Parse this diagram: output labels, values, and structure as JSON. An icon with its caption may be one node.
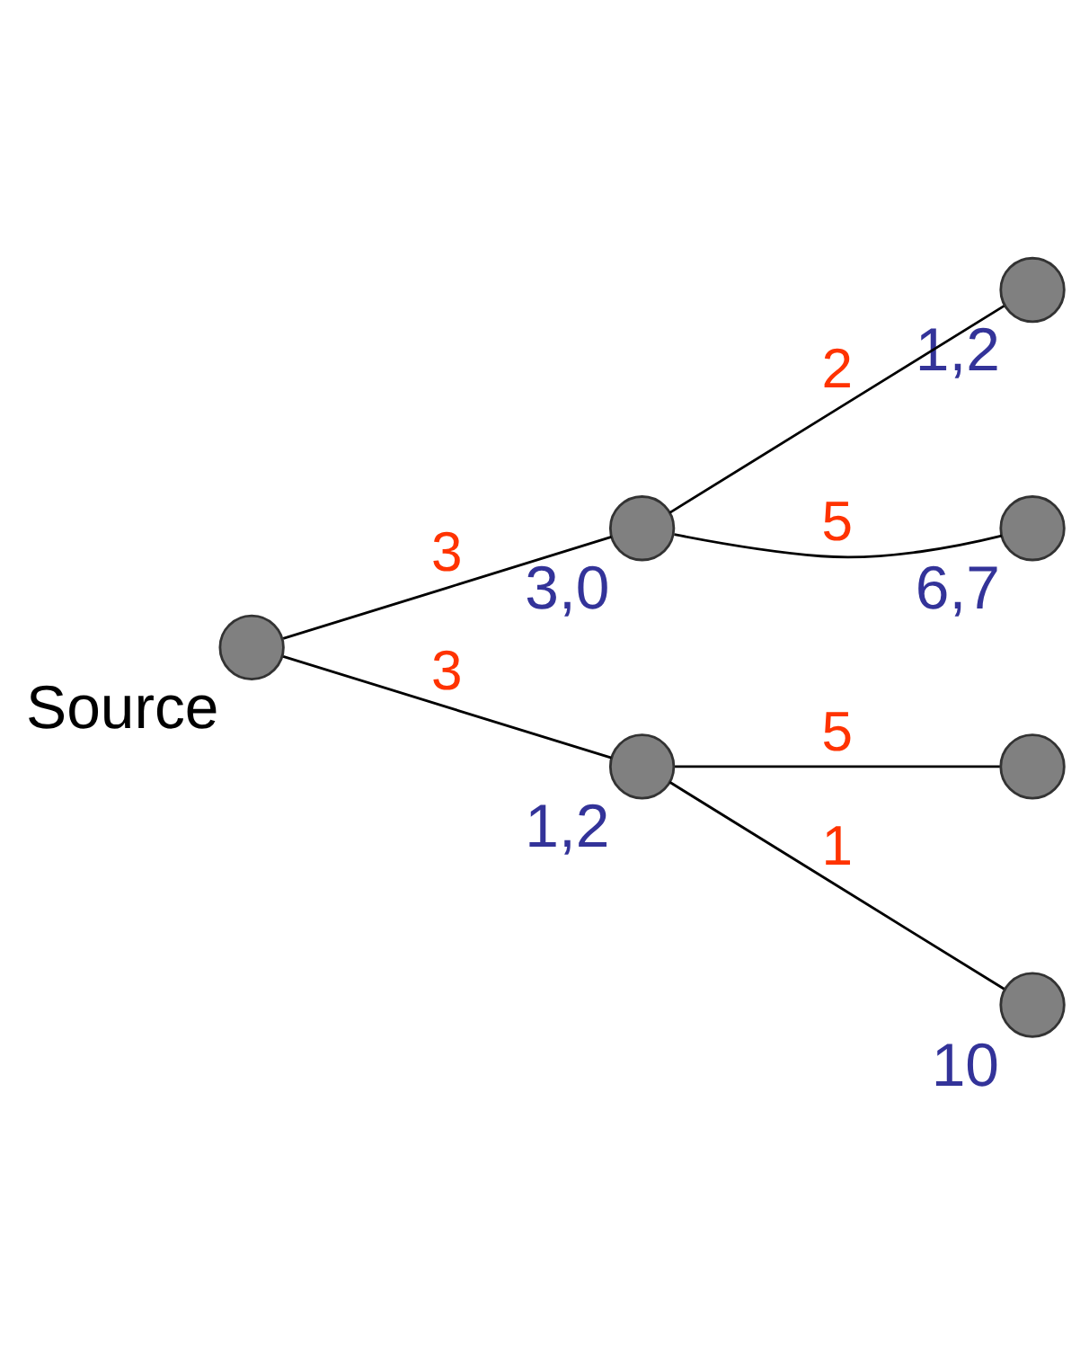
{
  "diagram": {
    "nodes": [
      {
        "text": [],
        "shape": "circle",
        "beside": [
          "Source"
        ]
      },
      {
        "text": [],
        "shape": "circle",
        "beside": [
          "3,0"
        ]
      },
      {
        "text": [],
        "shape": "circle",
        "beside": [
          "1,2"
        ]
      },
      {
        "text": [],
        "shape": "circle",
        "beside": [
          "1,2"
        ]
      },
      {
        "text": [],
        "shape": "circle",
        "beside": [
          "6,7"
        ]
      },
      {
        "text": [],
        "shape": "circle"
      },
      {
        "text": [],
        "shape": "circle",
        "beside": [
          "10"
        ]
      }
    ],
    "edges": [
      {
        "from": 0,
        "to": 1,
        "arrow": "none",
        "label": "3"
      },
      {
        "from": 0,
        "to": 2,
        "arrow": "none",
        "label": "3"
      },
      {
        "from": 1,
        "to": 3,
        "arrow": "none",
        "label": "2"
      },
      {
        "from": 1,
        "to": 4,
        "arrow": "none",
        "label": "5"
      },
      {
        "from": 2,
        "to": 5,
        "arrow": "none",
        "label": "5"
      },
      {
        "from": 2,
        "to": 6,
        "arrow": "none",
        "label": "1"
      }
    ]
  }
}
